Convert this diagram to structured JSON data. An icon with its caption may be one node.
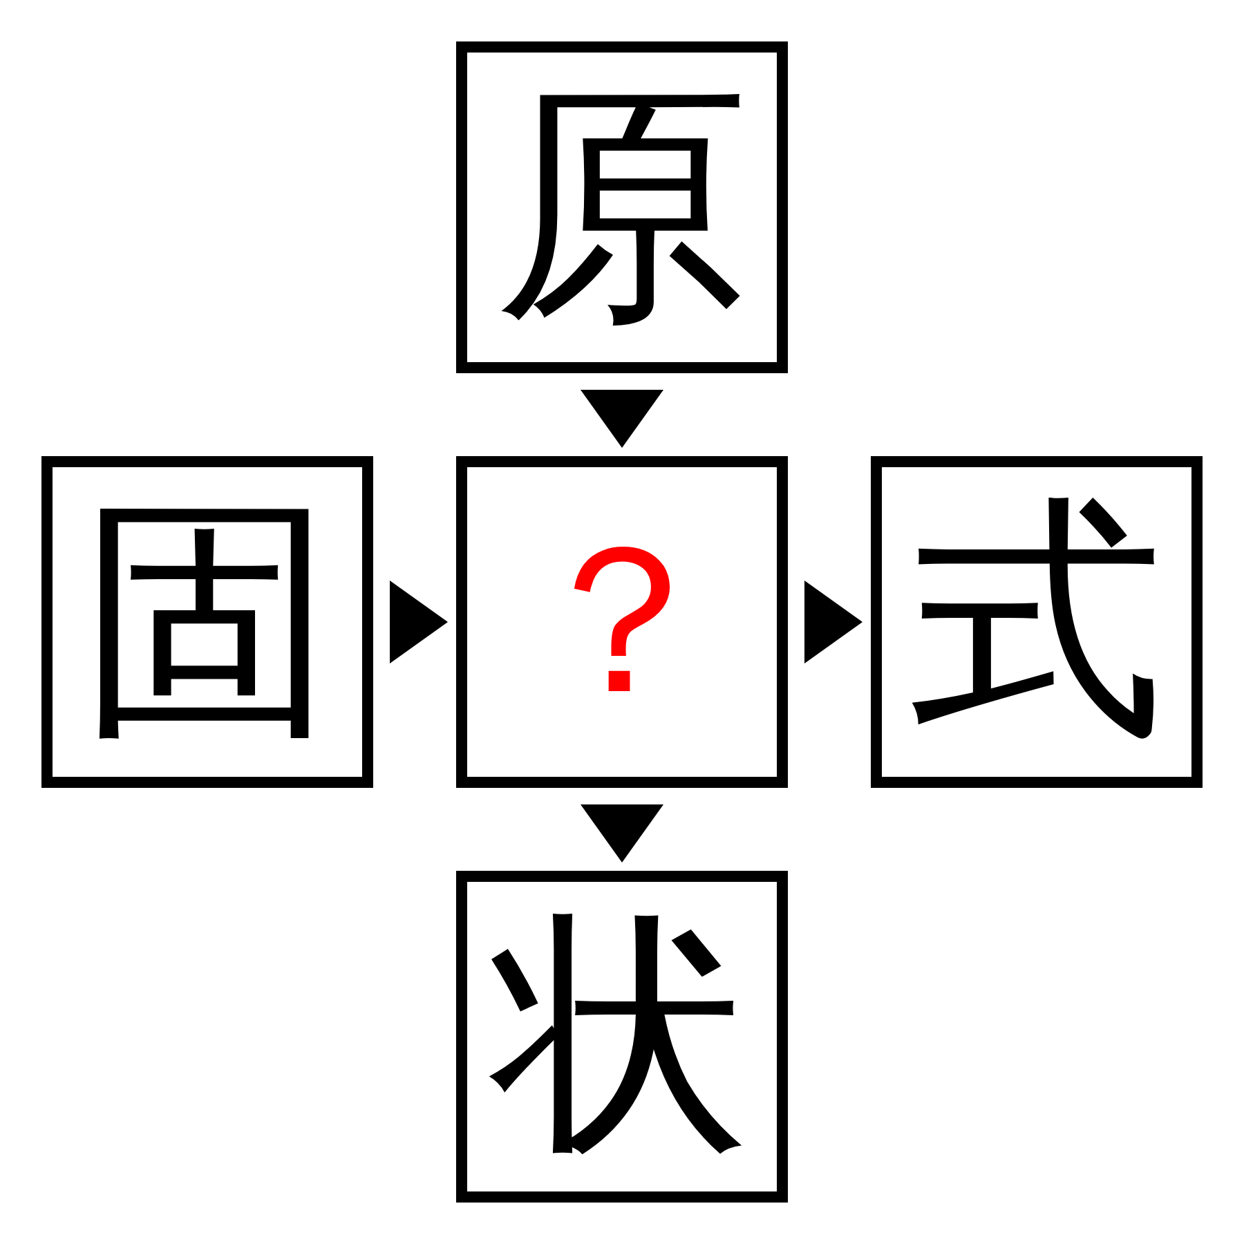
{
  "diagram": {
    "nodes": [
      {
        "text": [
          "原"
        ]
      },
      {
        "text": [
          "固"
        ]
      },
      {
        "text": [
          "？"
        ]
      },
      {
        "text": [
          "式"
        ]
      },
      {
        "text": [
          "状"
        ]
      }
    ],
    "edges": [
      {
        "from": 0,
        "to": 2,
        "arrow": "to"
      },
      {
        "from": 1,
        "to": 2,
        "arrow": "to"
      },
      {
        "from": 2,
        "to": 3,
        "arrow": "to"
      },
      {
        "from": 2,
        "to": 4,
        "arrow": "to"
      }
    ]
  }
}
